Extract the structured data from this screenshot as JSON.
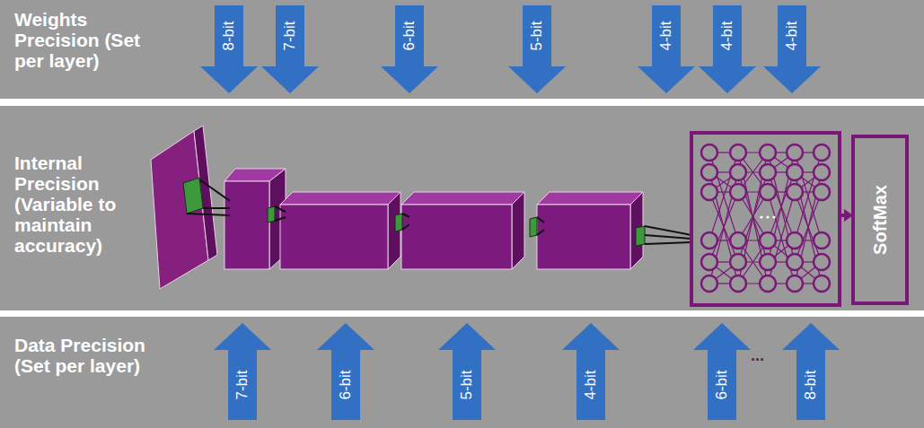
{
  "diagram": {
    "nodes": [
      {
        "text": [
          "Weights Precision (Set per layer)"
        ]
      },
      {
        "text": [
          "8-bit"
        ],
        "in": 0
      },
      {
        "text": [
          "7-bit"
        ],
        "in": 0
      },
      {
        "text": [
          "6-bit"
        ],
        "in": 0
      },
      {
        "text": [
          "5-bit"
        ],
        "in": 0
      },
      {
        "text": [
          "4-bit"
        ],
        "in": 0
      },
      {
        "text": [
          "4-bit"
        ],
        "in": 0
      },
      {
        "text": [
          "4-bit"
        ],
        "in": 0
      },
      {
        "text": [
          "Internal Precision (Variable to maintain accuracy)"
        ]
      },
      {
        "text": [
          "SoftMax"
        ],
        "in": 8
      },
      {
        "text": [
          "Data Precision (Set per layer)"
        ]
      },
      {
        "text": [
          "7-bit"
        ],
        "in": 10
      },
      {
        "text": [
          "6-bit"
        ],
        "in": 10
      },
      {
        "text": [
          "5-bit"
        ],
        "in": 10
      },
      {
        "text": [
          "4-bit"
        ],
        "in": 10
      },
      {
        "text": [
          "6-bit"
        ],
        "in": 10
      },
      {
        "text": [
          "8-bit"
        ],
        "in": 10
      }
    ],
    "labels": [
      "..."
    ]
  }
}
